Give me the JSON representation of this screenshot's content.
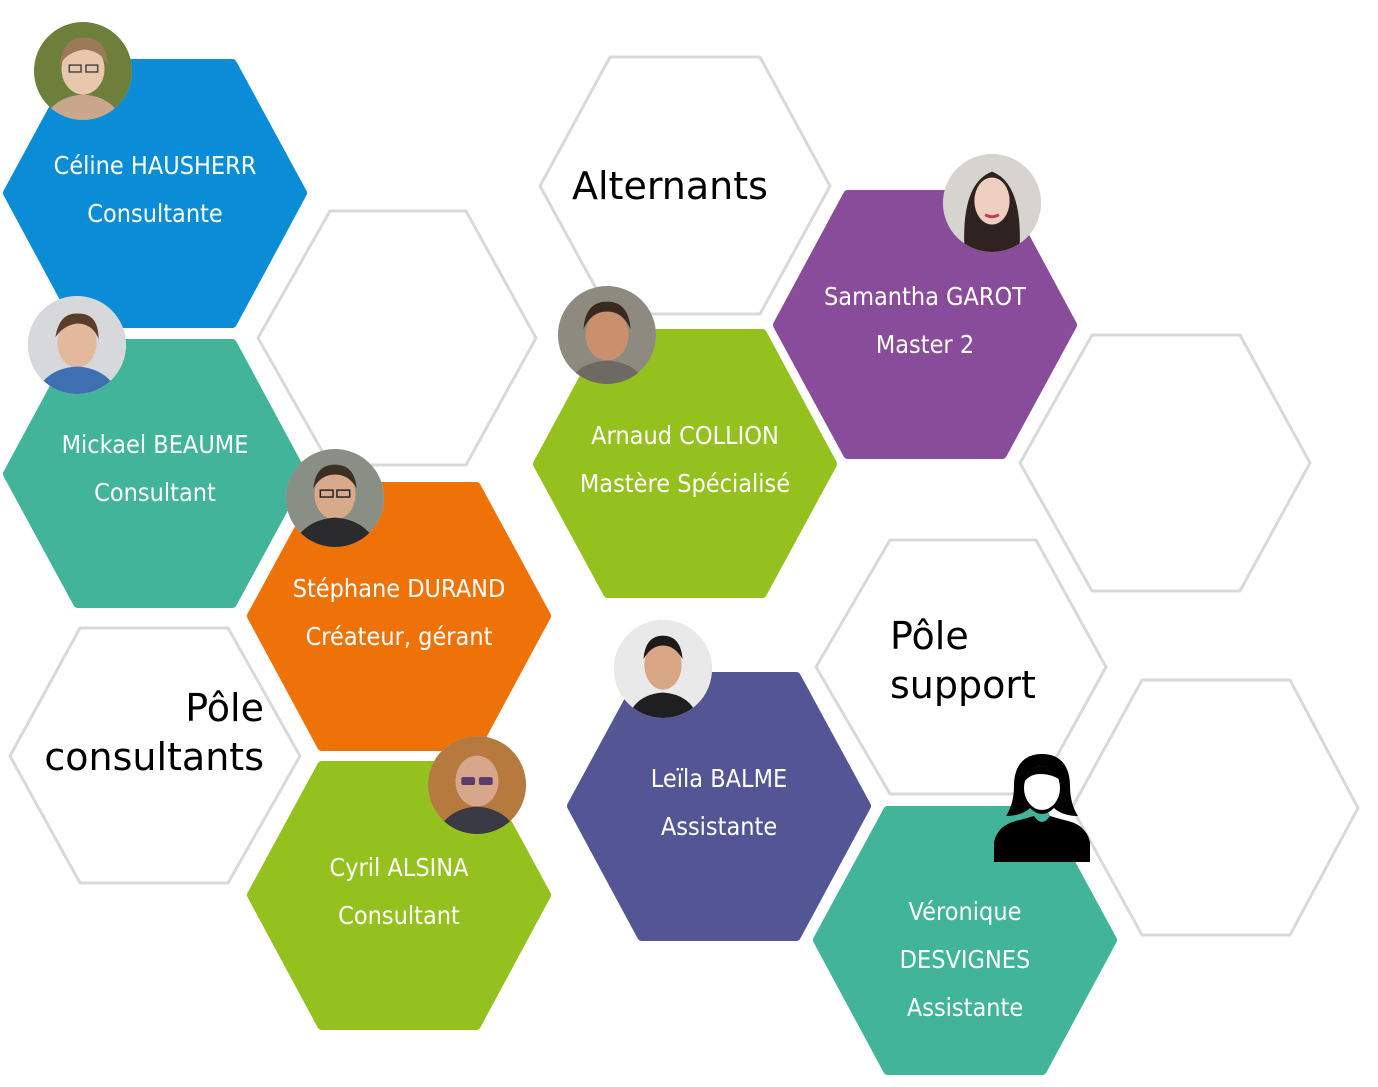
{
  "colors": {
    "outline": "#d9d9d9",
    "blue": "#0a8dd6",
    "teal": "#41b49a",
    "orange": "#ef7208",
    "green": "#95c11f",
    "purple": "#894c9a",
    "indigo": "#545595"
  },
  "groups": {
    "consultants": {
      "line1": "Pôle",
      "line2": "consultants"
    },
    "alternants": {
      "title": "Alternants"
    },
    "support": {
      "line1": "Pôle",
      "line2": "support"
    }
  },
  "people": [
    {
      "name": "Céline HAUSHERR",
      "role": "Consultante",
      "color": "blue"
    },
    {
      "name": "Mickael BEAUME",
      "role": "Consultant",
      "color": "teal"
    },
    {
      "name": "Stéphane DURAND",
      "role": "Créateur, gérant",
      "color": "orange"
    },
    {
      "name": "Cyril ALSINA",
      "role": "Consultant",
      "color": "green"
    },
    {
      "name": "Arnaud COLLION",
      "role": "Mastère Spécialisé",
      "color": "green"
    },
    {
      "name": "Samantha GAROT",
      "role": "Master 2",
      "color": "purple"
    },
    {
      "name": "Leïla BALME",
      "role": "Assistante",
      "color": "indigo"
    },
    {
      "name": "Véronique",
      "name2": "DESVIGNES",
      "role": "Assistante",
      "color": "teal"
    }
  ]
}
